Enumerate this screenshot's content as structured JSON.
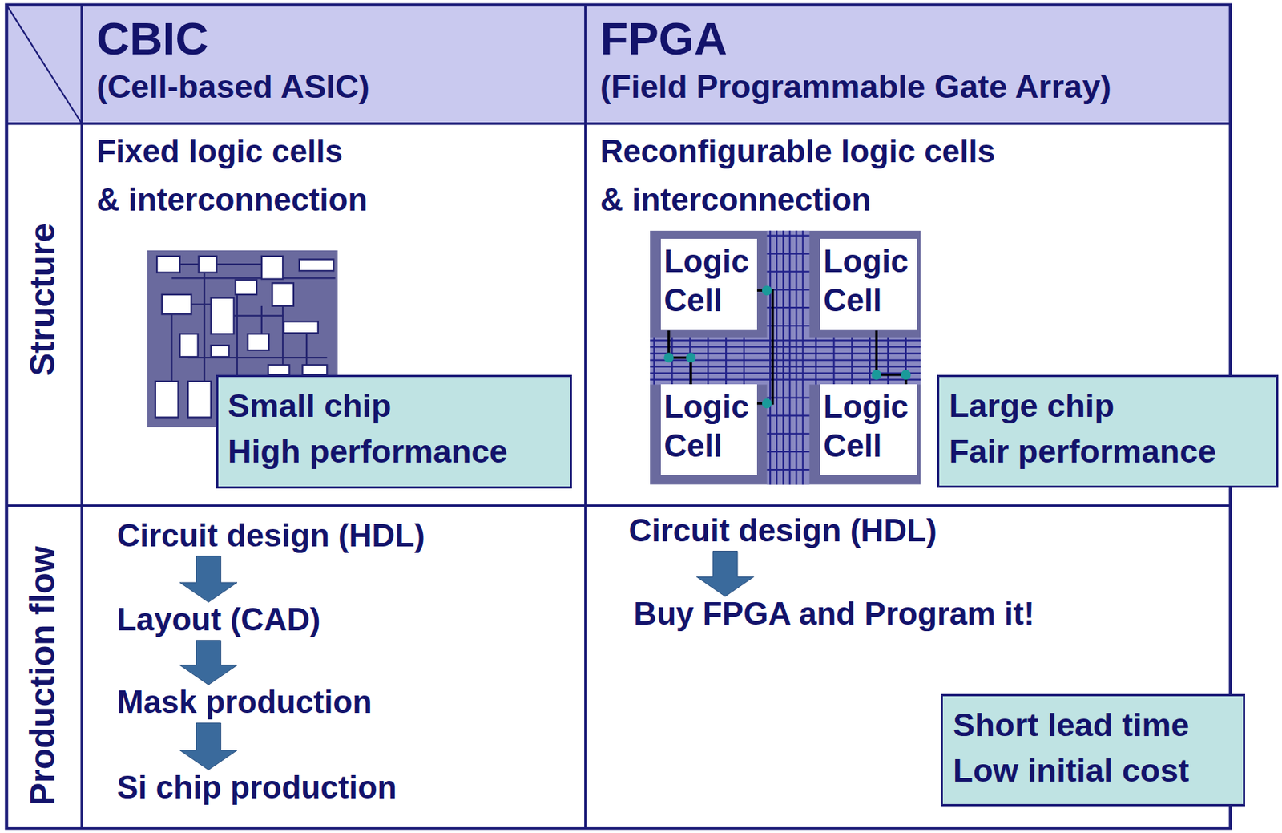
{
  "diagram": {
    "nodes": [
      {
        "text": [
          "CBIC",
          "(Cell-based ASIC)"
        ]
      },
      {
        "text": [
          "FPGA",
          "(Field Programmable Gate Array)"
        ]
      },
      {
        "text": [
          "Structure"
        ]
      },
      {
        "text": [
          "Production flow"
        ]
      },
      {
        "text": [
          "Fixed logic cells & interconnection"
        ]
      },
      {
        "text": [
          "Small chip High performance"
        ],
        "in": 4
      },
      {
        "text": [
          "Reconfigurable logic cells & interconnection"
        ]
      },
      {
        "text": [
          "Logic Cell"
        ],
        "in": 6
      },
      {
        "text": [
          "Logic Cell"
        ],
        "in": 6
      },
      {
        "text": [
          "Logic Cell"
        ],
        "in": 6
      },
      {
        "text": [
          "Logic Cell"
        ],
        "in": 6
      },
      {
        "text": [
          "Large chip Fair performance"
        ],
        "in": 6
      },
      {
        "text": [
          "Circuit design (HDL)"
        ]
      },
      {
        "text": [
          "Layout (CAD)"
        ]
      },
      {
        "text": [
          "Mask production"
        ]
      },
      {
        "text": [
          "Si chip production"
        ]
      },
      {
        "text": [
          "Circuit design (HDL)"
        ]
      },
      {
        "text": [
          "Buy FPGA and Program it!"
        ]
      },
      {
        "text": [
          "Short lead time Low initial cost"
        ]
      }
    ],
    "edges": [
      {
        "from": 12,
        "to": 13,
        "arrow": "to"
      },
      {
        "from": 13,
        "to": 14,
        "arrow": "to"
      },
      {
        "from": 14,
        "to": 15,
        "arrow": "to"
      },
      {
        "from": 16,
        "to": 17,
        "arrow": "to"
      }
    ]
  }
}
